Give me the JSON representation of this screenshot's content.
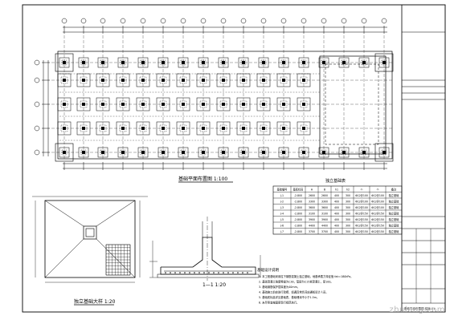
{
  "drawing": {
    "plan_title": "基础平面布置图 1:100",
    "detail_title": "独立基础大样 1:20",
    "section_title": "1—1 1:20",
    "table_title": "独立基础表",
    "table_headers": [
      "基础编号",
      "基底标高",
      "A",
      "B",
      "h1",
      "h2",
      "①",
      "②",
      "备注"
    ],
    "table_rows": [
      [
        "J-1",
        "-2.800",
        "2600",
        "2600",
        "400",
        "300",
        "Φ12@100",
        "Φ12@100",
        "独立基础"
      ],
      [
        "J-2",
        "-2.800",
        "3300",
        "3300",
        "400",
        "300",
        "Φ12@100",
        "Φ12@100",
        "独立基础"
      ],
      [
        "J-3",
        "-2.800",
        "3600",
        "3600",
        "400",
        "300",
        "Φ12@100",
        "Φ12@100",
        "独立基础"
      ],
      [
        "J-4",
        "-2.800",
        "3100",
        "3100",
        "400",
        "300",
        "Φ12@150",
        "Φ12@150",
        "独立基础"
      ],
      [
        "J-5",
        "-2.800",
        "3900",
        "3900",
        "400",
        "300",
        "Φ12@150",
        "Φ12@150",
        "独立基础"
      ],
      [
        "J-6",
        "-2.800",
        "4400",
        "4400",
        "400",
        "300",
        "Φ12@150",
        "Φ12@150",
        "独立基础"
      ],
      [
        "J-7",
        "-2.800",
        "3700",
        "3700",
        "400",
        "300",
        "Φ12@150",
        "Φ12@150",
        "独立基础"
      ]
    ],
    "notes_title": "基础设计说明",
    "notes": [
      "1. 本工程基础采用柱下钢筋混凝土独立基础，地基承载力特征值 fak=180kPa。",
      "2. 基础混凝土强度等级为C30，垫层为C15素混凝土，厚100。",
      "3. 基础钢筋保护层厚度为40mm。",
      "4. 基础施工前应进行验槽，如遇异常情况应通知设计人员。",
      "5. 基础底标高详见基础表，基础埋深不小于1.5m。",
      "6. 未尽事宜按国家现行规范执行。"
    ],
    "footer": "基础平面布置图 结施-01",
    "watermark": "zhulong.com"
  },
  "title_block": {
    "rows": [
      "",
      "",
      "",
      "",
      "",
      "",
      "",
      "",
      "",
      "",
      ""
    ]
  }
}
